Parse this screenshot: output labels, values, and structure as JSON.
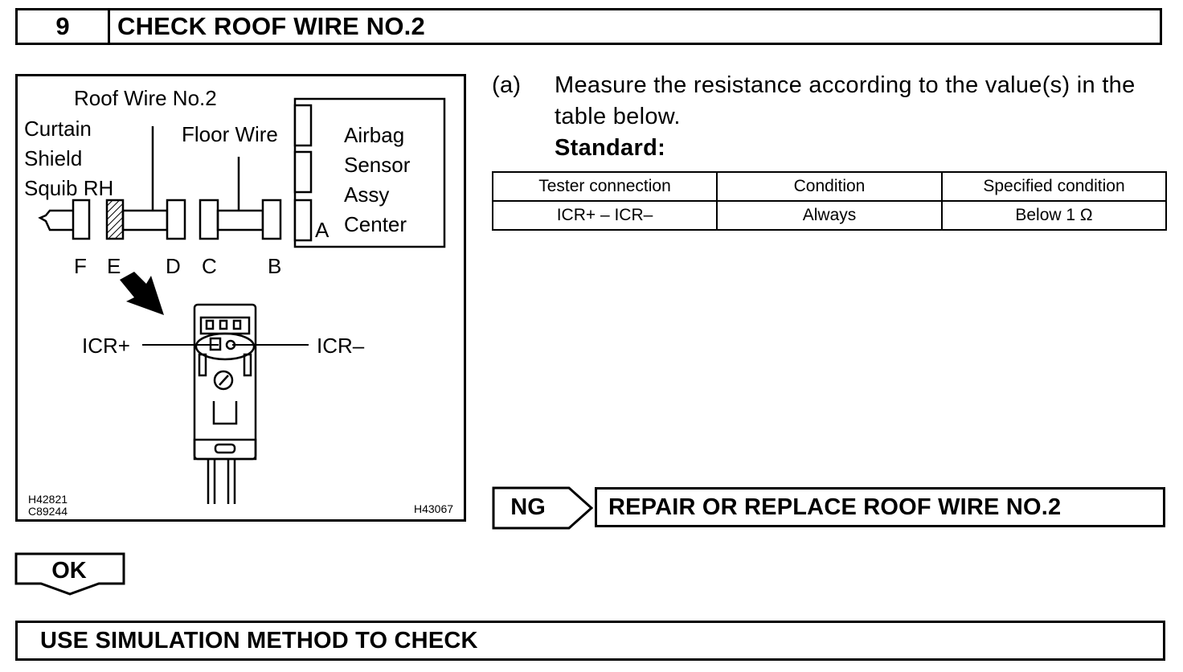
{
  "step": {
    "number": "9",
    "title": "CHECK ROOF WIRE NO.2"
  },
  "figure": {
    "labels": {
      "roof_wire": "Roof Wire No.2",
      "curtain_1": "Curtain",
      "curtain_2": "Shield",
      "curtain_3": "Squib RH",
      "floor_wire": "Floor Wire",
      "sensor_1": "Airbag",
      "sensor_2": "Sensor",
      "sensor_3": "Assy",
      "sensor_4": "Center",
      "conn_a": "A",
      "conn_b": "B",
      "conn_c": "C",
      "conn_d": "D",
      "conn_e": "E",
      "conn_f": "F",
      "icr_plus": "ICR+",
      "icr_minus": "ICR–",
      "code_1": "H42821",
      "code_2": "C89244",
      "code_3": "H43067"
    }
  },
  "instruction": {
    "marker": "(a)",
    "line1": "Measure the resistance according to the value(s) in the",
    "line2": "table below.",
    "standard": "Standard:"
  },
  "table": {
    "headers": [
      "Tester connection",
      "Condition",
      "Specified condition"
    ],
    "rows": [
      [
        "ICR+ – ICR–",
        "Always",
        "Below 1 Ω"
      ]
    ]
  },
  "ng": {
    "label": "NG",
    "action": "REPAIR OR REPLACE ROOF WIRE NO.2"
  },
  "ok": {
    "label": "OK"
  },
  "final": {
    "text": "USE SIMULATION METHOD TO CHECK"
  }
}
